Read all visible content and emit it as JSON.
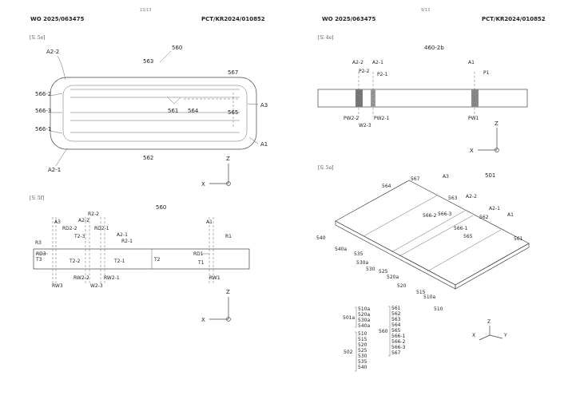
{
  "header": {
    "left_page": {
      "pub_no": "WO 2025/063475",
      "app_no": "PCT/KR2024/010852",
      "page": "13/13"
    },
    "right_page": {
      "pub_no": "WO 2025/063475",
      "app_no": "PCT/KR2024/010852",
      "page": "9/13"
    }
  },
  "figures": {
    "fig5e": {
      "caption": "[도 5e]",
      "ref": "560",
      "labels": [
        "A2-2",
        "563",
        "567",
        "566-2",
        "566-3",
        "561",
        "564",
        "A3",
        "565",
        "566-1",
        "A1",
        "562",
        "A2-1"
      ]
    },
    "fig5f": {
      "caption": "[도 5f]",
      "ref": "560",
      "labels": [
        "A3",
        "RD2-2",
        "R2-2",
        "A2-2",
        "RD2-1",
        "A2-1",
        "R2-1",
        "A1",
        "R1",
        "R3",
        "T3",
        "T2-3",
        "T2-2",
        "T2-1",
        "T2",
        "RD1",
        "T1",
        "RW3",
        "RW2-2",
        "RW2-1",
        "W2-3",
        "RW1",
        "RD3"
      ]
    },
    "fig4e": {
      "caption": "[도 4e]",
      "ref": "460-2b",
      "labels": [
        "A2-2",
        "A2-1",
        "P2-2",
        "P2-1",
        "A1",
        "P1",
        "PW2-2",
        "PW2-1",
        "W2-3",
        "PW1"
      ]
    },
    "fig5a": {
      "caption": "[도 5a]",
      "ref": "501",
      "labels": [
        "564",
        "567",
        "A3",
        "563",
        "A2-2",
        "A2-1",
        "566-2",
        "566-3",
        "562",
        "566-1",
        "A1",
        "565",
        "561",
        "540",
        "540a",
        "535",
        "530a",
        "530",
        "525",
        "520a",
        "520",
        "515",
        "510a",
        "510"
      ]
    }
  },
  "axes": {
    "z": "Z",
    "x": "X",
    "y": "Y"
  },
  "legend": {
    "group501a": {
      "label": "501a",
      "items": [
        "510a",
        "520a",
        "530a",
        "540a"
      ]
    },
    "group502": {
      "label": "502",
      "items": [
        "510",
        "515",
        "520",
        "525",
        "530",
        "535",
        "540"
      ]
    },
    "group560": {
      "label": "560",
      "items": [
        "561",
        "562",
        "563",
        "564",
        "565",
        "566-1",
        "566-2",
        "566-3",
        "567"
      ]
    }
  }
}
